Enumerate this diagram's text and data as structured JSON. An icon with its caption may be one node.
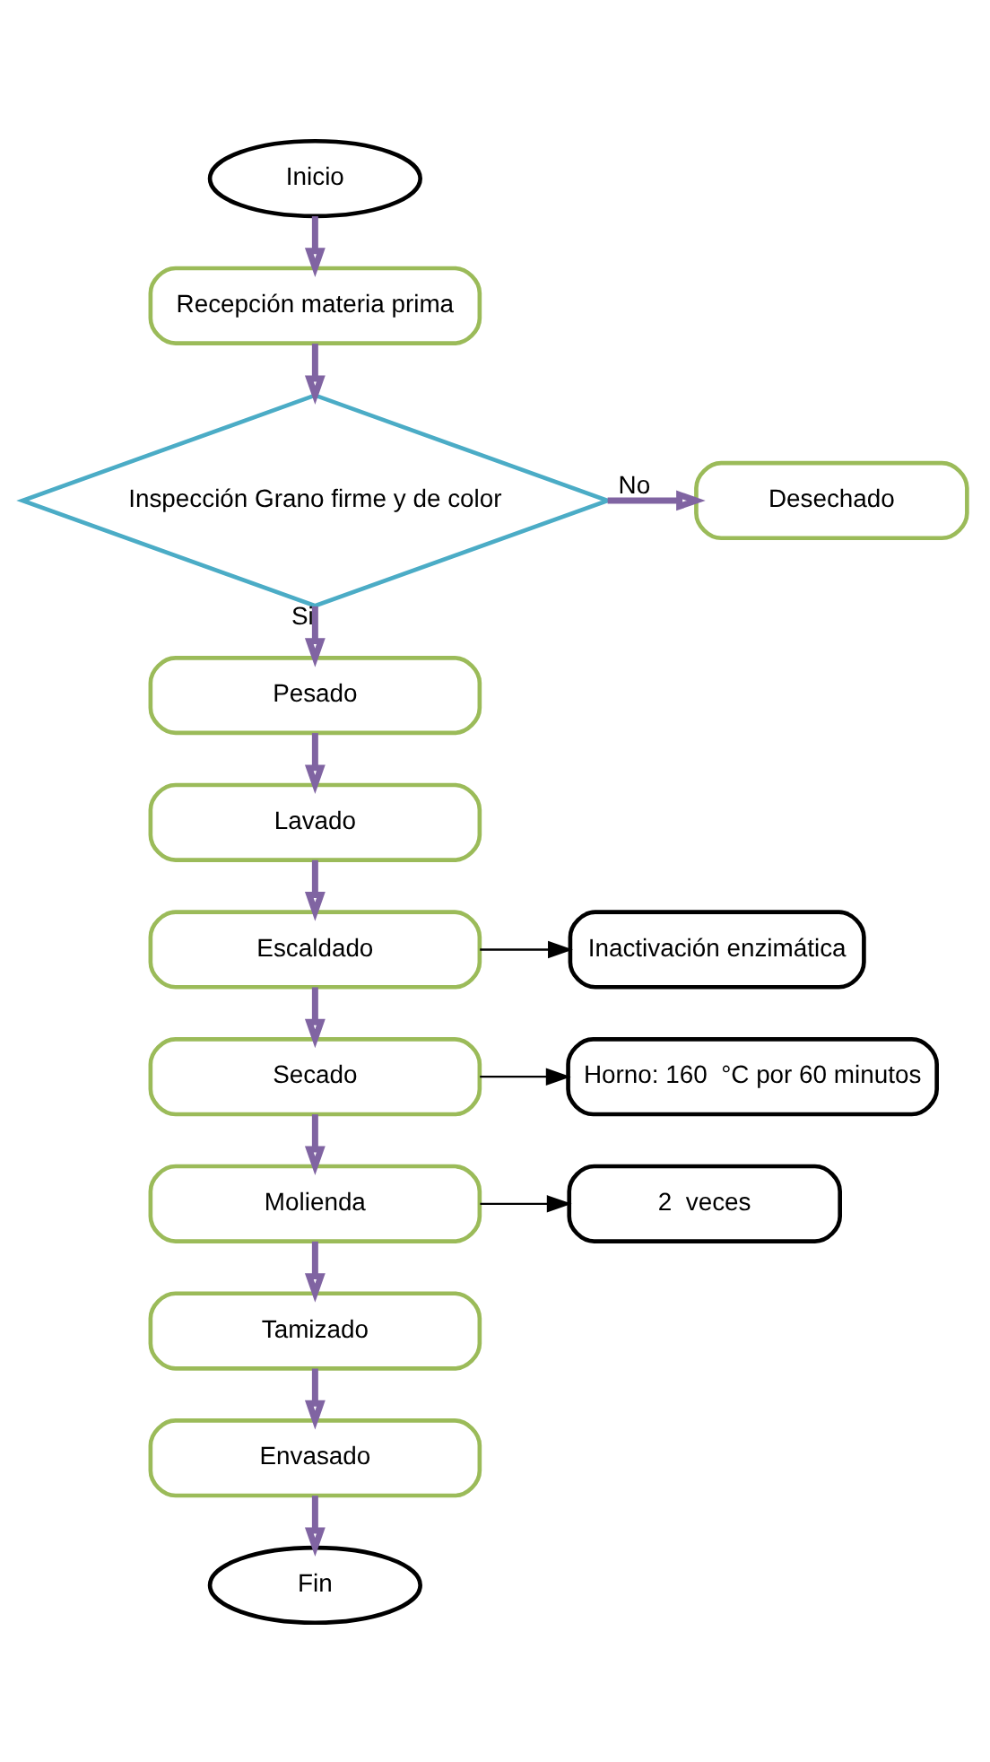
{
  "diagram": {
    "nodes": [
      {
        "text": [
          "Inicio"
        ]
      },
      {
        "text": [
          "Recepción materia prima"
        ]
      },
      {
        "text": [
          "Inspección Grano firme y de color"
        ]
      },
      {
        "text": [
          "Desechado"
        ]
      },
      {
        "text": [
          "Pesado"
        ]
      },
      {
        "text": [
          "Lavado"
        ]
      },
      {
        "text": [
          "Escaldado"
        ]
      },
      {
        "text": [
          "Inactivación enzimática"
        ]
      },
      {
        "text": [
          "Secado"
        ]
      },
      {
        "text": [
          "Horno: 160  °C por 60 minutos"
        ]
      },
      {
        "text": [
          "Molienda"
        ]
      },
      {
        "text": [
          "2  veces"
        ]
      },
      {
        "text": [
          "Tamizado"
        ]
      },
      {
        "text": [
          "Envasado"
        ]
      },
      {
        "text": [
          "Fin"
        ]
      }
    ],
    "edges": [
      {
        "from": 0,
        "to": 1,
        "arrow": "to"
      },
      {
        "from": 1,
        "to": 2,
        "arrow": "to"
      },
      {
        "from": 2,
        "to": 3,
        "arrow": "to",
        "label": "No"
      },
      {
        "from": 2,
        "to": 4,
        "arrow": "to",
        "label": "Si"
      },
      {
        "from": 4,
        "to": 5,
        "arrow": "to"
      },
      {
        "from": 5,
        "to": 6,
        "arrow": "to"
      },
      {
        "from": 6,
        "to": 7,
        "arrow": "to",
        "color": "#000000"
      },
      {
        "from": 6,
        "to": 8,
        "arrow": "to"
      },
      {
        "from": 8,
        "to": 9,
        "arrow": "to",
        "color": "#000000"
      },
      {
        "from": 8,
        "to": 10,
        "arrow": "to"
      },
      {
        "from": 10,
        "to": 11,
        "arrow": "to",
        "color": "#000000"
      },
      {
        "from": 10,
        "to": 12,
        "arrow": "to"
      },
      {
        "from": 12,
        "to": 13,
        "arrow": "to"
      },
      {
        "from": 13,
        "to": 14,
        "arrow": "to"
      }
    ]
  }
}
